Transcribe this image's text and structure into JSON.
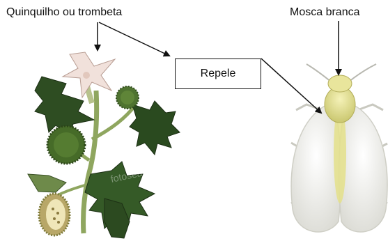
{
  "labels": {
    "plant": "Quinquilho ou trombeta",
    "insect": "Mosca branca",
    "relation": "Repele"
  },
  "watermark": "fotosearch.com",
  "colors": {
    "line": "#111111",
    "flower": "#f1e1db",
    "leaf_dark": "#27431e",
    "leaf_mid": "#3f6a2e",
    "stem": "#9fb36f",
    "fruit_spiny": "#4a6e2c",
    "insect_body": "#dede8a",
    "insect_wing": "#f3f3ee"
  },
  "icons": {
    "plant": "datura-plant-illustration",
    "insect": "whitefly-illustration"
  }
}
